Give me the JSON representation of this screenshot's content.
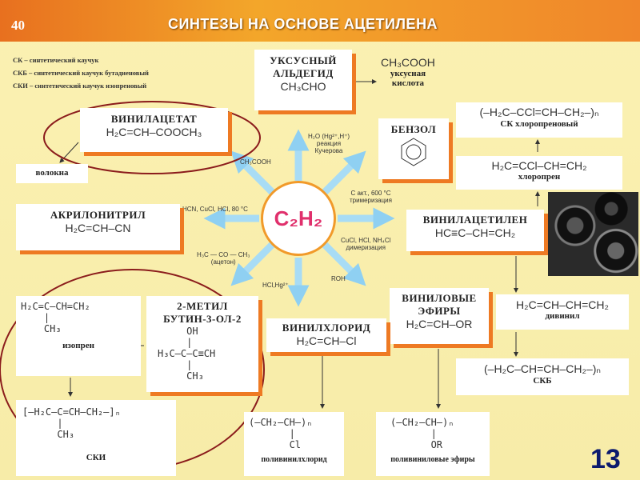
{
  "header": {
    "page_number": "40",
    "title": "СИНТЕЗЫ НА ОСНОВЕ АЦЕТИЛЕНА"
  },
  "legend": [
    "СК – синтетический каучук",
    "СКБ – синтетический каучук бутадиеновый",
    "СКИ – синтетический каучук изопреновый"
  ],
  "center": "C₂H₂",
  "conditions": {
    "ch3cooh": "CH₃COOH",
    "kucherov": "H₂O (Hg²⁺,H⁺)\nреакция\nКучерова",
    "trimer": "C акт., 600 °C\nтримеризация",
    "hcn": "HCN, CuCl, HCl, 80 °C",
    "dimer": "CuCl, HCl, NH₄Cl\nдимеризация",
    "acetone": "H₃C — CO — CH₃\n(ацетон)",
    "roh": "ROH",
    "hcl": "HCl,Hg²⁺"
  },
  "boxes": {
    "acetaldehyde": {
      "title": "УКСУСНЫЙ\nАЛЬДЕГИД",
      "formula": "CH₃CHO"
    },
    "acetic_acid": {
      "formula": "CH₃COOH",
      "name": "уксусная\nкислота"
    },
    "benzene": {
      "title": "БЕНЗОЛ"
    },
    "sk_chloroprene": {
      "formula": "(–H₂C–CCl=CH–CH₂–)ₙ",
      "name": "СК хлоропреновый"
    },
    "chloroprene": {
      "formula": "H₂C=CCl–CH=CH₂",
      "name": "хлоропрен"
    },
    "vinyl_acetate": {
      "title": "ВИНИЛАЦЕТАТ",
      "formula": "H₂C=CH–COOCH₃"
    },
    "fibers": {
      "name": "волокна"
    },
    "acrylonitrile": {
      "title": "АКРИЛОНИТРИЛ",
      "formula": "H₂C=CH–CN"
    },
    "vinylacetylene": {
      "title": "ВИНИЛАЦЕТИЛЕН",
      "formula": "HC≡C–CH=CH₂"
    },
    "vinyl_ethers": {
      "title": "ВИНИЛОВЫЕ\nЭФИРЫ",
      "formula": "H₂C=CH–OR"
    },
    "vinyl_chloride": {
      "title": "ВИНИЛХЛОРИД",
      "formula": "H₂C=CH–Cl"
    },
    "divinyl": {
      "formula": "H₂C=CH–CH=CH₂",
      "name": "дивинил"
    },
    "skb": {
      "formula": "(–H₂C–CH=CH–CH₂–)ₙ",
      "name": "СКБ"
    },
    "isoprene": {
      "formula": "H₂C=C–CH=CH₂\n    |\n    CH₃",
      "name": "изопрен"
    },
    "methylbutynol": {
      "title": "2-МЕТИЛ\nБУТИН-3-ОЛ-2",
      "formula": "     OH\n     |\nH₃C–C–C≡CH\n     |\n     CH₃"
    },
    "ski": {
      "formula": "[–H₂C–C=CH–CH₂–]ₙ\n      |\n      CH₃",
      "name": "СКИ"
    },
    "pvc": {
      "formula": "(–CH₂–CH–)ₙ\n       |\n       Cl",
      "name": "поливинилхлорид"
    },
    "pve": {
      "formula": "(–CH₂–CH–)ₙ\n       |\n       OR",
      "name": "поливиниловые эфиры"
    }
  },
  "slide_number": "13"
}
